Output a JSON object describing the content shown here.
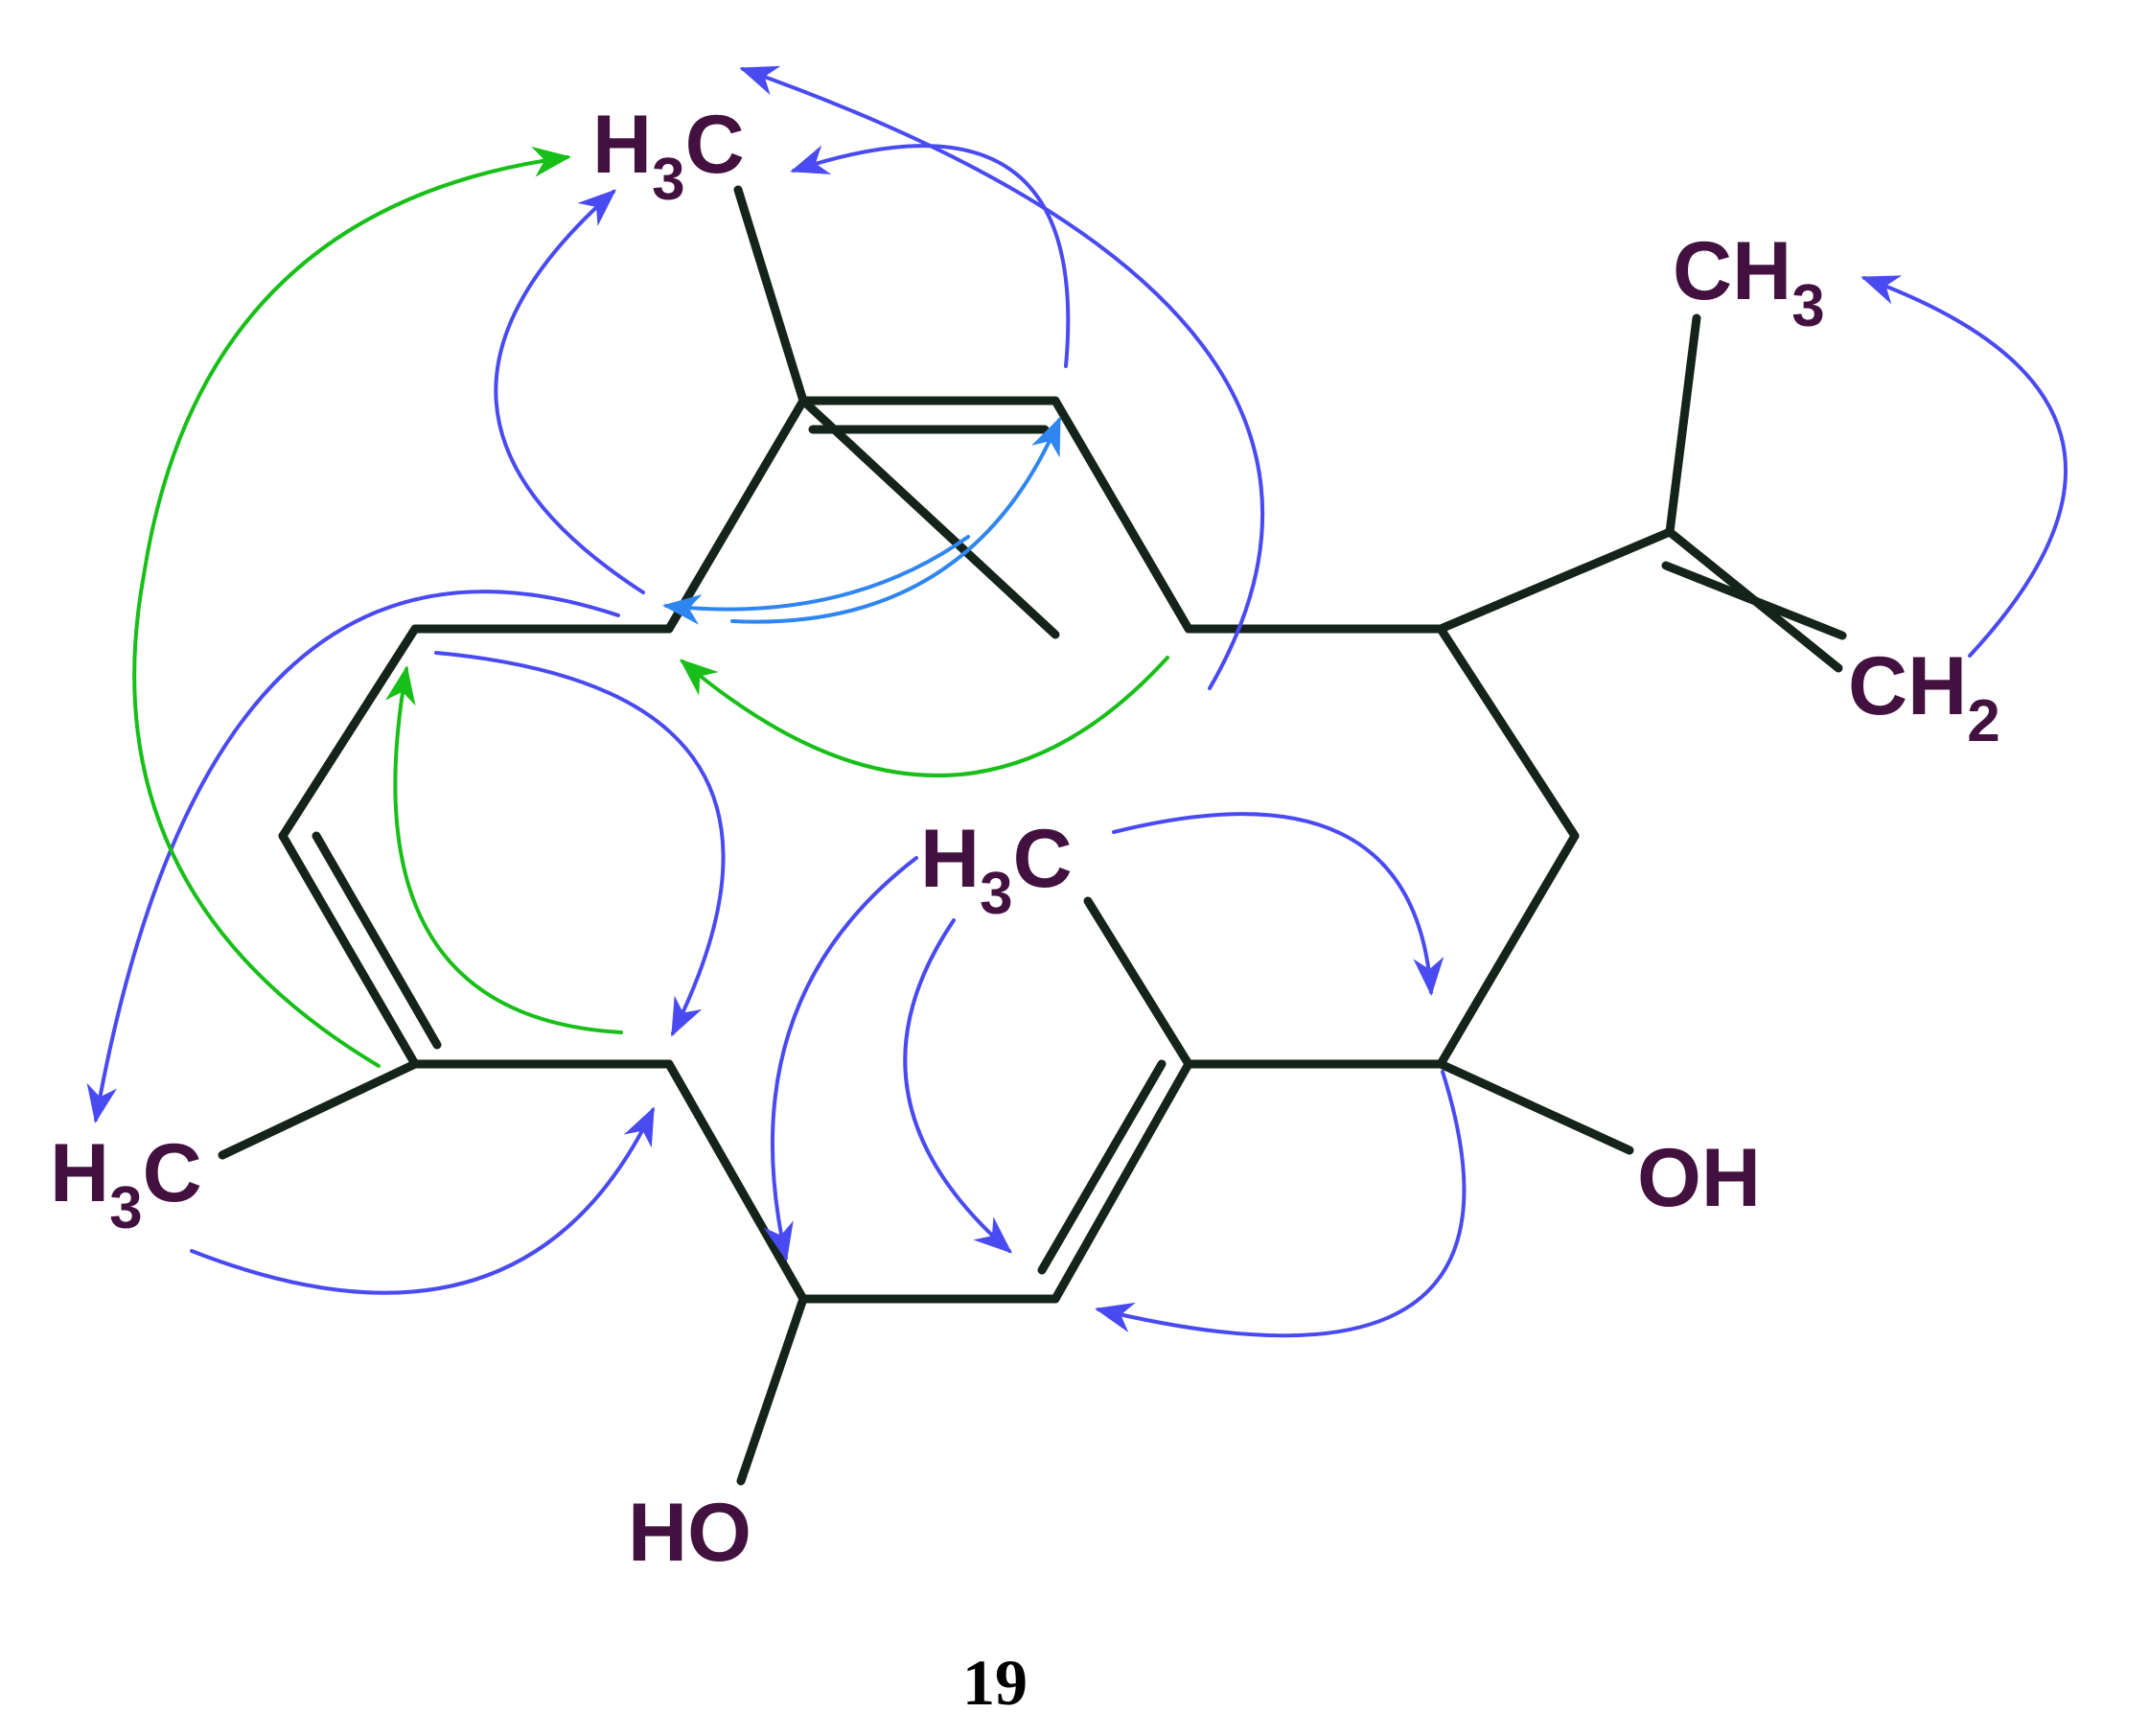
{
  "compound_number": "19",
  "atom_labels": {
    "methyl_top": {
      "main": "H",
      "sub": "3",
      "tail": "C"
    },
    "methyl_isopropenyl": {
      "main": "CH",
      "sub": "3"
    },
    "methylene": {
      "main": "CH",
      "sub": "2"
    },
    "methyl_center": {
      "main": "H",
      "sub": "3",
      "tail": "C"
    },
    "methyl_left": {
      "main": "H",
      "sub": "3",
      "tail": "C"
    },
    "hydroxyl_right": {
      "main": "OH"
    },
    "hydroxyl_bottom": {
      "main": "HO"
    }
  },
  "colors": {
    "bond": "#15241a",
    "atom_text": "#43113f",
    "hmbc_arrow": "#4a4af2",
    "noesy_arrow": "#18bf18",
    "cosy_arrow": "#2f86f0"
  }
}
